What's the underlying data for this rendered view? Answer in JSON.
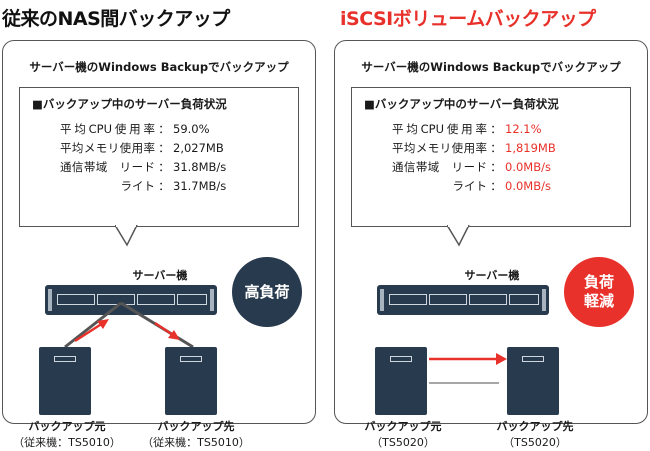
{
  "left": {
    "heading": "従来のNAS間バックアップ",
    "panel_title": "サーバー機のWindows Backupでバックアップ",
    "load_title": "■バックアップ中のサーバー負荷状況",
    "stats": [
      {
        "label": "平均CPU使用率",
        "value": "59.0%"
      },
      {
        "label": "平均メモリ使用率",
        "value": "2,027MB"
      },
      {
        "label": "通信帯域　リード",
        "value": "31.8MB/s"
      },
      {
        "label": "ライト",
        "value": "31.7MB/s"
      }
    ],
    "server_label": "サーバー機",
    "badge": "高負荷",
    "source_name": "バックアップ元",
    "source_model": "（従来機：TS5010）",
    "dest_name": "バックアップ先",
    "dest_model": "（従来機：TS5010）"
  },
  "right": {
    "heading": "iSCSIボリュームバックアップ",
    "panel_title": "サーバー機のWindows Backupでバックアップ",
    "load_title": "■バックアップ中のサーバー負荷状況",
    "stats": [
      {
        "label": "平均CPU使用率",
        "value": "12.1%"
      },
      {
        "label": "平均メモリ使用率",
        "value": "1,819MB"
      },
      {
        "label": "通信帯域　リード",
        "value": "0.0MB/s"
      },
      {
        "label": "ライト",
        "value": "0.0MB/s"
      }
    ],
    "server_label": "サーバー機",
    "badge_line1": "負荷",
    "badge_line2": "軽減",
    "source_name": "バックアップ元",
    "source_model": "（TS5020）",
    "dest_name": "バックアップ先",
    "dest_model": "（TS5020）"
  },
  "colors": {
    "accent_red": "#e8312a",
    "navy": "#283a4e"
  }
}
